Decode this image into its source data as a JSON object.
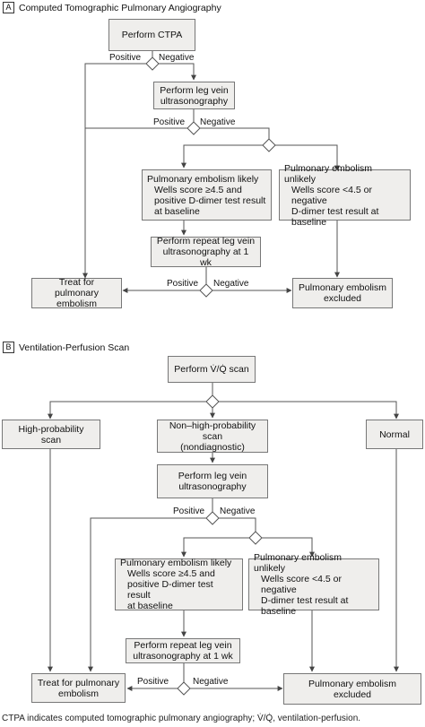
{
  "panel_a": {
    "letter": "A",
    "title": "Computed Tomographic Pulmonary Angiography",
    "perform_ctpa": "Perform CTPA",
    "positive_1": "Positive",
    "negative_1": "Negative",
    "leg_vein_line1": "Perform leg vein",
    "leg_vein_line2": "ultrasonography",
    "positive_2": "Positive",
    "negative_2": "Negative",
    "pe_likely": {
      "line1": "Pulmonary embolism likely",
      "line2": "Wells score ≥4.5 and",
      "line3": "positive D-dimer test result",
      "line4": "at baseline"
    },
    "pe_unlikely": {
      "line1": "Pulmonary embolism unlikely",
      "line2": "Wells score <4.5 or negative",
      "line3": "D-dimer test result at",
      "line4": "baseline"
    },
    "repeat_line1": "Perform repeat leg vein",
    "repeat_line2": "ultrasonography at 1 wk",
    "treat_line1": "Treat for pulmonary",
    "treat_line2": "embolism",
    "excluded_line1": "Pulmonary embolism",
    "excluded_line2": "excluded",
    "positive_3": "Positive",
    "negative_3": "Negative"
  },
  "panel_b": {
    "letter": "B",
    "title": "Ventilation-Perfusion Scan",
    "perform_vq": "Perform V̇/Q̇ scan",
    "high_prob": "High-probability scan",
    "non_high_line1": "Non–high-probability scan",
    "non_high_line2": "(nondiagnostic)",
    "normal": "Normal",
    "leg_vein_line1": "Perform leg vein",
    "leg_vein_line2": "ultrasonography",
    "positive_1": "Positive",
    "negative_1": "Negative",
    "pe_likely": {
      "line1": "Pulmonary embolism likely",
      "line2": "Wells score ≥4.5 and",
      "line3": "positive D-dimer test result",
      "line4": "at baseline"
    },
    "pe_unlikely": {
      "line1": "Pulmonary embolism unlikely",
      "line2": "Wells score <4.5 or negative",
      "line3": "D-dimer test result at",
      "line4": "baseline"
    },
    "repeat_line1": "Perform repeat leg vein",
    "repeat_line2": "ultrasonography at 1 wk",
    "treat_line1": "Treat for pulmonary",
    "treat_line2": "embolism",
    "excluded_line1": "Pulmonary embolism",
    "excluded_line2": "excluded",
    "positive_2": "Positive",
    "negative_2": "Negative"
  },
  "footer": "CTPA indicates computed tomographic pulmonary angiography; V̇/Q̇, ventilation-perfusion."
}
